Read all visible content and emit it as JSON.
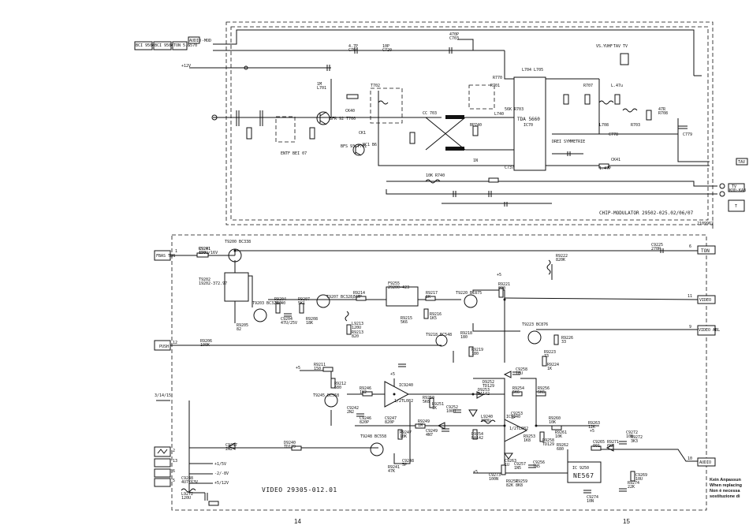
{
  "modulator": {
    "title": "CHIP-MODULATOR  29502-025.02/06/07",
    "footnote": "2109967",
    "ic": {
      "name": "TDA 5660",
      "ref": "IC70"
    },
    "input_boxes": [
      "BCI 9504H C505",
      "BCI 9504H TON 6570",
      "TON 5.5",
      "AUDIO"
    ],
    "audio_label": "-MOD",
    "supply_label": "+12V",
    "tr_label": "BFR 92  T700",
    "tr2_label": "BFS 93  T701",
    "entf_label": "ENTF  BEI  07",
    "sym_label": "DREI SYMMETRIE",
    "right_labels": [
      "TAV",
      "TV",
      "KOD-KAB",
      "T"
    ],
    "misc": [
      "470P",
      "C703",
      "10P",
      "C720",
      "4.7P",
      "C704",
      "1M",
      "L701",
      "T702",
      "CK40",
      "1N",
      "C737",
      "R770",
      "L740",
      "10K R740",
      "1.47P",
      "CK41",
      "NC1 B6",
      "R701",
      "56K R703",
      "L704 L705",
      "BP740",
      "R707",
      "L.47u",
      "L708",
      "47R",
      "R708",
      "C778",
      "R703",
      "C779",
      "CK1",
      "CC 703",
      "VS.Y",
      "UHF",
      "TAV",
      "TV"
    ]
  },
  "video": {
    "title": "VIDEO  29305-012.01",
    "connectors_left": [
      {
        "pin": "1",
        "label": "FBAS TON"
      },
      {
        "pin": "12",
        "label": "PUSH"
      },
      {
        "pin": "3/14/15",
        "label": ""
      },
      {
        "pin": "2",
        "label": ""
      },
      {
        "pin": "13",
        "label": "+1/5V"
      },
      {
        "pin": "6",
        "label": "-2/-8V"
      },
      {
        "pin": "5",
        "label": "+5/12V"
      }
    ],
    "connectors_right": [
      {
        "pin": "6",
        "label": "TON"
      },
      {
        "pin": "11",
        "label": "VIDEO"
      },
      {
        "pin": "9",
        "label": "VIDEO ABL"
      },
      {
        "pin": "10",
        "label": "AUDIO"
      }
    ],
    "ics": [
      {
        "ref": "IC9240",
        "name": "1/2TL082"
      },
      {
        "ref": "IC9240",
        "name": "1/2TL082"
      },
      {
        "ref": "IC 9250",
        "name": "NE567"
      }
    ],
    "transistors": [
      "T9200 BC338",
      "T9203 BC328/40",
      "T9207 BC328/-40",
      "T9220 BC875",
      "T9223 BC876",
      "T9218 BC548",
      "T9245 BC558",
      "T9248 BC558"
    ],
    "parts": [
      "R9201 150",
      "T9202 19202-372.97",
      "R9204 330",
      "R9207 5K1",
      "R9214 560",
      "F9255 29200-423",
      "R9217 1K",
      "R9221 820",
      "R9222 820K",
      "C9225 270P",
      "R9205 82",
      "C9204 47U/25V",
      "R9208 18K",
      "L9213 120U",
      "R9213 820",
      "R9215 5K6",
      "R9216 1K5",
      "R9218 180",
      "R9219 180",
      "R9226 33",
      "R9223 73",
      "R9224 1K",
      "R9206 100K",
      "R9211 150",
      "R9212 680",
      "R9246 1K2",
      "C9242 2N2",
      "R9250 5K6",
      "D9252 TD129",
      "D9253 BA142",
      "R9254 5K6",
      "R9256 5K6",
      "C9258 10U",
      "C9246 820P",
      "C9247 820P",
      "R9249 1M",
      "L9240 100U",
      "R9251 1K",
      "C9252 100U",
      "R9260 10K",
      "C9253 1P",
      "R9261 10K",
      "R9263 12K",
      "C9249 4N7",
      "R9247 10K",
      "C9248 5P",
      "D9254 BA142",
      "R9253 1K8",
      "C9263 1U",
      "D9258 TD129",
      "R9262 680",
      "C9265 001",
      "R9271 6K8",
      "R9272 3K3",
      "C9272 10N",
      "C9269 10U",
      "R9274 22K",
      "C9274 10N",
      "C9273 100N",
      "R9257 82K",
      "C9257 1N5",
      "R9259 8K8",
      "C9256 1N5",
      "C9267 2N2",
      "D9240 TD129",
      "R9241 47K",
      "C9248 4U7/63V",
      "L9272 120U",
      "C9241 470U/16V"
    ],
    "supply_marks": [
      "+5",
      "+5",
      "+5",
      "+5",
      "+5"
    ]
  },
  "page_numbers": [
    "14",
    "15"
  ],
  "note": [
    "Kein Anpassun",
    "When replacing",
    "Non è necessa",
    "sostituzione di"
  ]
}
